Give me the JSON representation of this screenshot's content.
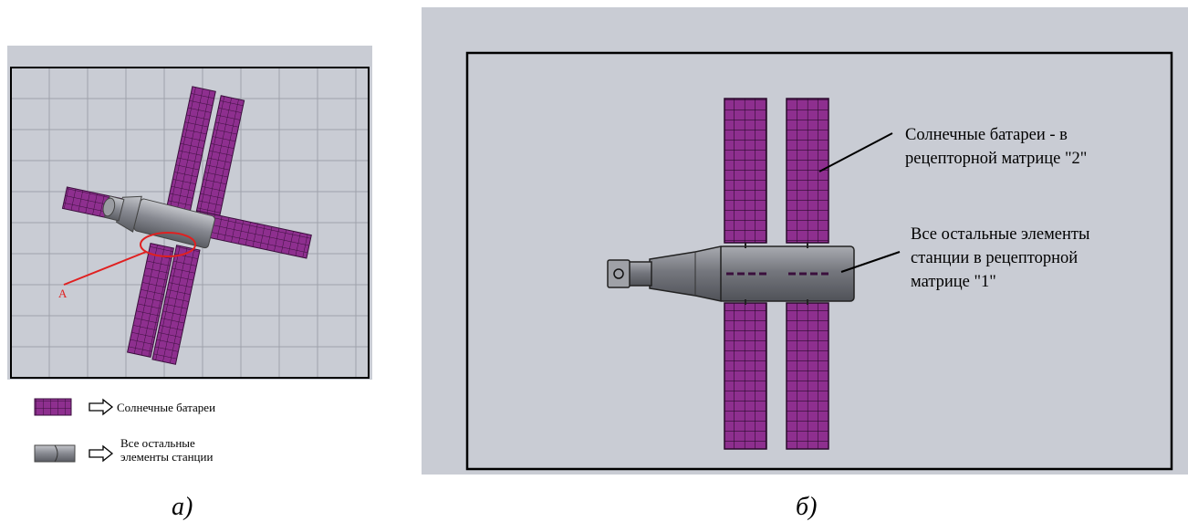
{
  "panel_a": {
    "marker_label": "A",
    "legend": [
      {
        "icon": "solar-panel-swatch-icon",
        "text_lines": [
          "Солнечные батареи"
        ]
      },
      {
        "icon": "station-body-swatch-icon",
        "text_lines": [
          "Все остальные",
          "элементы станции"
        ]
      }
    ],
    "caption": "а)"
  },
  "panel_b": {
    "callout_solar": [
      "Солнечные батареи - в",
      "рецепторной матрице \"2\""
    ],
    "callout_body": [
      "Все остальные элементы",
      "станции в рецепторной",
      "матрице \"1\""
    ],
    "caption": "б)"
  },
  "colors": {
    "viewport_bg": "#c9ccd4",
    "solar_panel": "#8e2f8f",
    "station_body": "#7d7f86",
    "marker": "#e02020"
  }
}
